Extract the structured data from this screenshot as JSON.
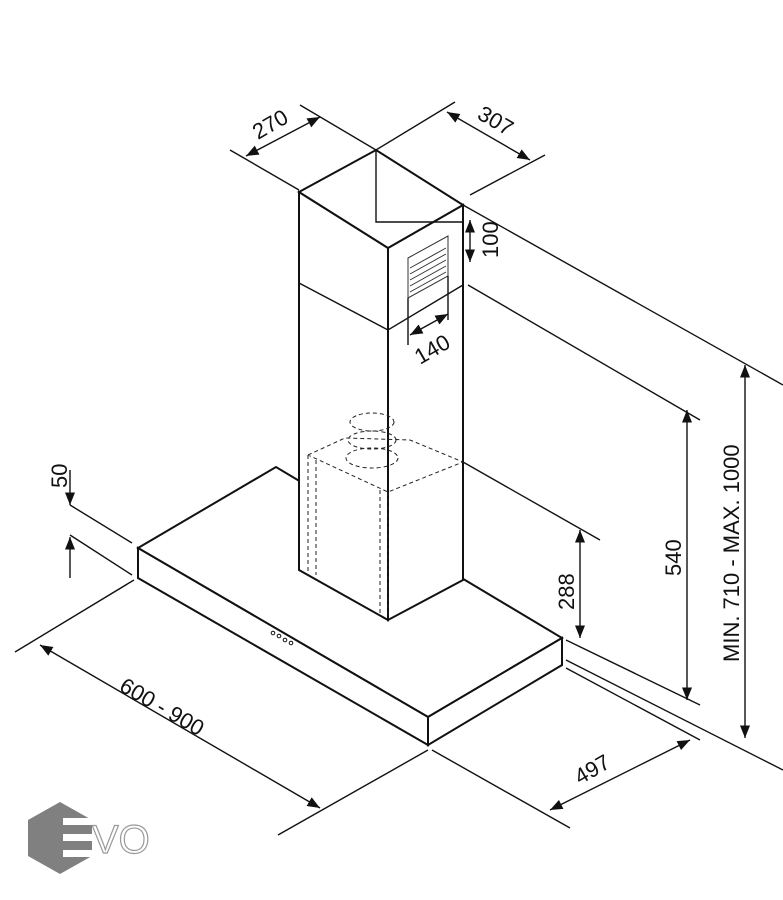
{
  "diagram": {
    "title": "Chimney hood dimensions",
    "dimensions": {
      "chimney_depth": "270",
      "chimney_width": "307",
      "vent_height": "100",
      "vent_width": "140",
      "canopy_thickness": "50",
      "hood_height": "288",
      "chimney_lower": "540",
      "total_height": "MIN. 710 - MAX. 1000",
      "width": "600 - 900",
      "depth": "497"
    }
  },
  "logo": {
    "text": "EVO",
    "color": "#808080"
  }
}
